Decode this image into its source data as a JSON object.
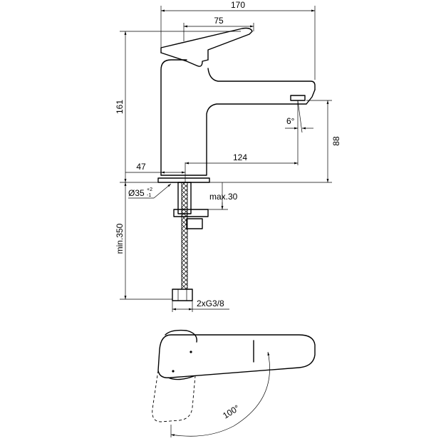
{
  "dimensions": {
    "overall_length": "170",
    "lever_length": "75",
    "height": "161",
    "spout_reach": "124",
    "body_offset": "47",
    "hole_diameter": "Ø35",
    "hole_tol_upper": "+2",
    "hole_tol_lower": "-1",
    "max_thickness": "max.30",
    "spout_height": "88",
    "spout_angle": "6°",
    "hose_length": "min.350",
    "connection": "2xG3/8",
    "rotation_angle": "100°"
  }
}
